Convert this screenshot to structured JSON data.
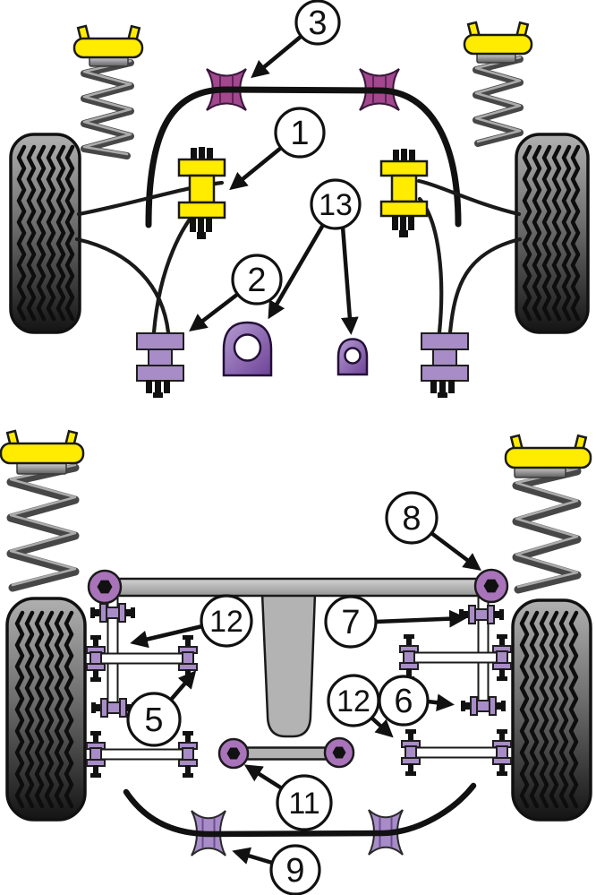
{
  "diagram": {
    "views": [
      {
        "name": "front-suspension-view"
      },
      {
        "name": "rear-suspension-view"
      }
    ],
    "callouts": [
      {
        "id": "front-anti-roll-bar-bush",
        "label": "3"
      },
      {
        "id": "front-engine-mount-bush",
        "label": "1"
      },
      {
        "id": "front-bracket-bushes",
        "label": "13"
      },
      {
        "id": "front-lower-bush",
        "label": "2"
      },
      {
        "id": "rear-beam-mount-bush",
        "label": "8"
      },
      {
        "id": "rear-link-upper-bush",
        "label": "7"
      },
      {
        "id": "rear-lateral-arm-bush-left",
        "label": "12"
      },
      {
        "id": "rear-arm-outer-bush",
        "label": "5"
      },
      {
        "id": "rear-lateral-arm-bush-right",
        "label": "12"
      },
      {
        "id": "rear-link-lower-bush",
        "label": "6"
      },
      {
        "id": "rear-track-rod-bush",
        "label": "11"
      },
      {
        "id": "rear-anti-roll-bar-bush",
        "label": "9"
      }
    ],
    "colors": {
      "highlight_yellow": "#FFEC00",
      "bush_magenta": "#A3478F",
      "bush_lavender": "#A88CC8",
      "bush_purple": "#A973BA",
      "bracket_purple": "#7B4FA4",
      "metal_grey": "#B3B3B3",
      "outline": "#1A1A1A",
      "background": "#FFFFFF"
    }
  }
}
